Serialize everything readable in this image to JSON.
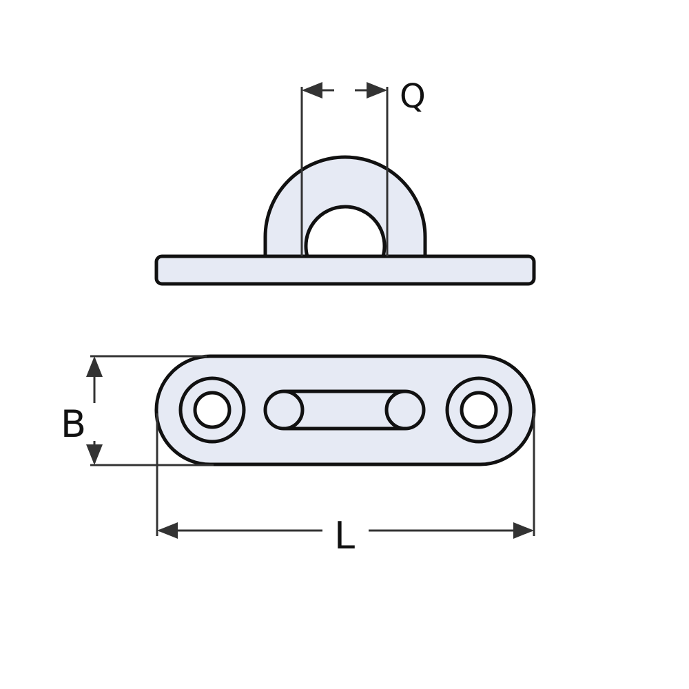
{
  "labels": {
    "q": "Q",
    "b": "B",
    "l": "L"
  },
  "colors": {
    "fill": "#e6eaf4",
    "stroke": "#111111",
    "dim": "#333333"
  }
}
